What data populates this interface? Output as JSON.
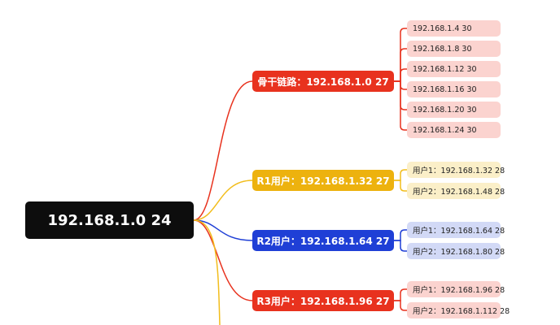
{
  "root": {
    "label": "192.168.1.0 24"
  },
  "branches": [
    {
      "label": "骨干链路：192.168.1.0 27",
      "color": "#e8321e",
      "line_color": "#e8321e",
      "leaf_bg": "#fbd3cf",
      "leaves": [
        "192.168.1.4 30",
        "192.168.1.8 30",
        "192.168.1.12 30",
        "192.168.1.16 30",
        "192.168.1.20 30",
        "192.168.1.24 30"
      ]
    },
    {
      "label": "R1用户：192.168.1.32 27",
      "color": "#edb20e",
      "line_color": "#f2bd1c",
      "leaf_bg": "#fbefc8",
      "leaves": [
        "用户1：192.168.1.32 28",
        "用户2：192.168.1.48 28"
      ]
    },
    {
      "label": "R2用户：192.168.1.64 27",
      "color": "#1f3fd6",
      "line_color": "#1f3fd6",
      "leaf_bg": "#d2d9f6",
      "leaves": [
        "用户1：192.168.1.64 28",
        "用户2：192.168.1.80 28"
      ]
    },
    {
      "label": "R3用户：192.168.1.96 27",
      "color": "#e8321e",
      "line_color": "#e8321e",
      "leaf_bg": "#fbd3cf",
      "leaves": [
        "用户1：192.168.1.96 28",
        "用户2：192.168.1.112 28"
      ]
    }
  ],
  "extra_line_color": "#f2bd1c"
}
